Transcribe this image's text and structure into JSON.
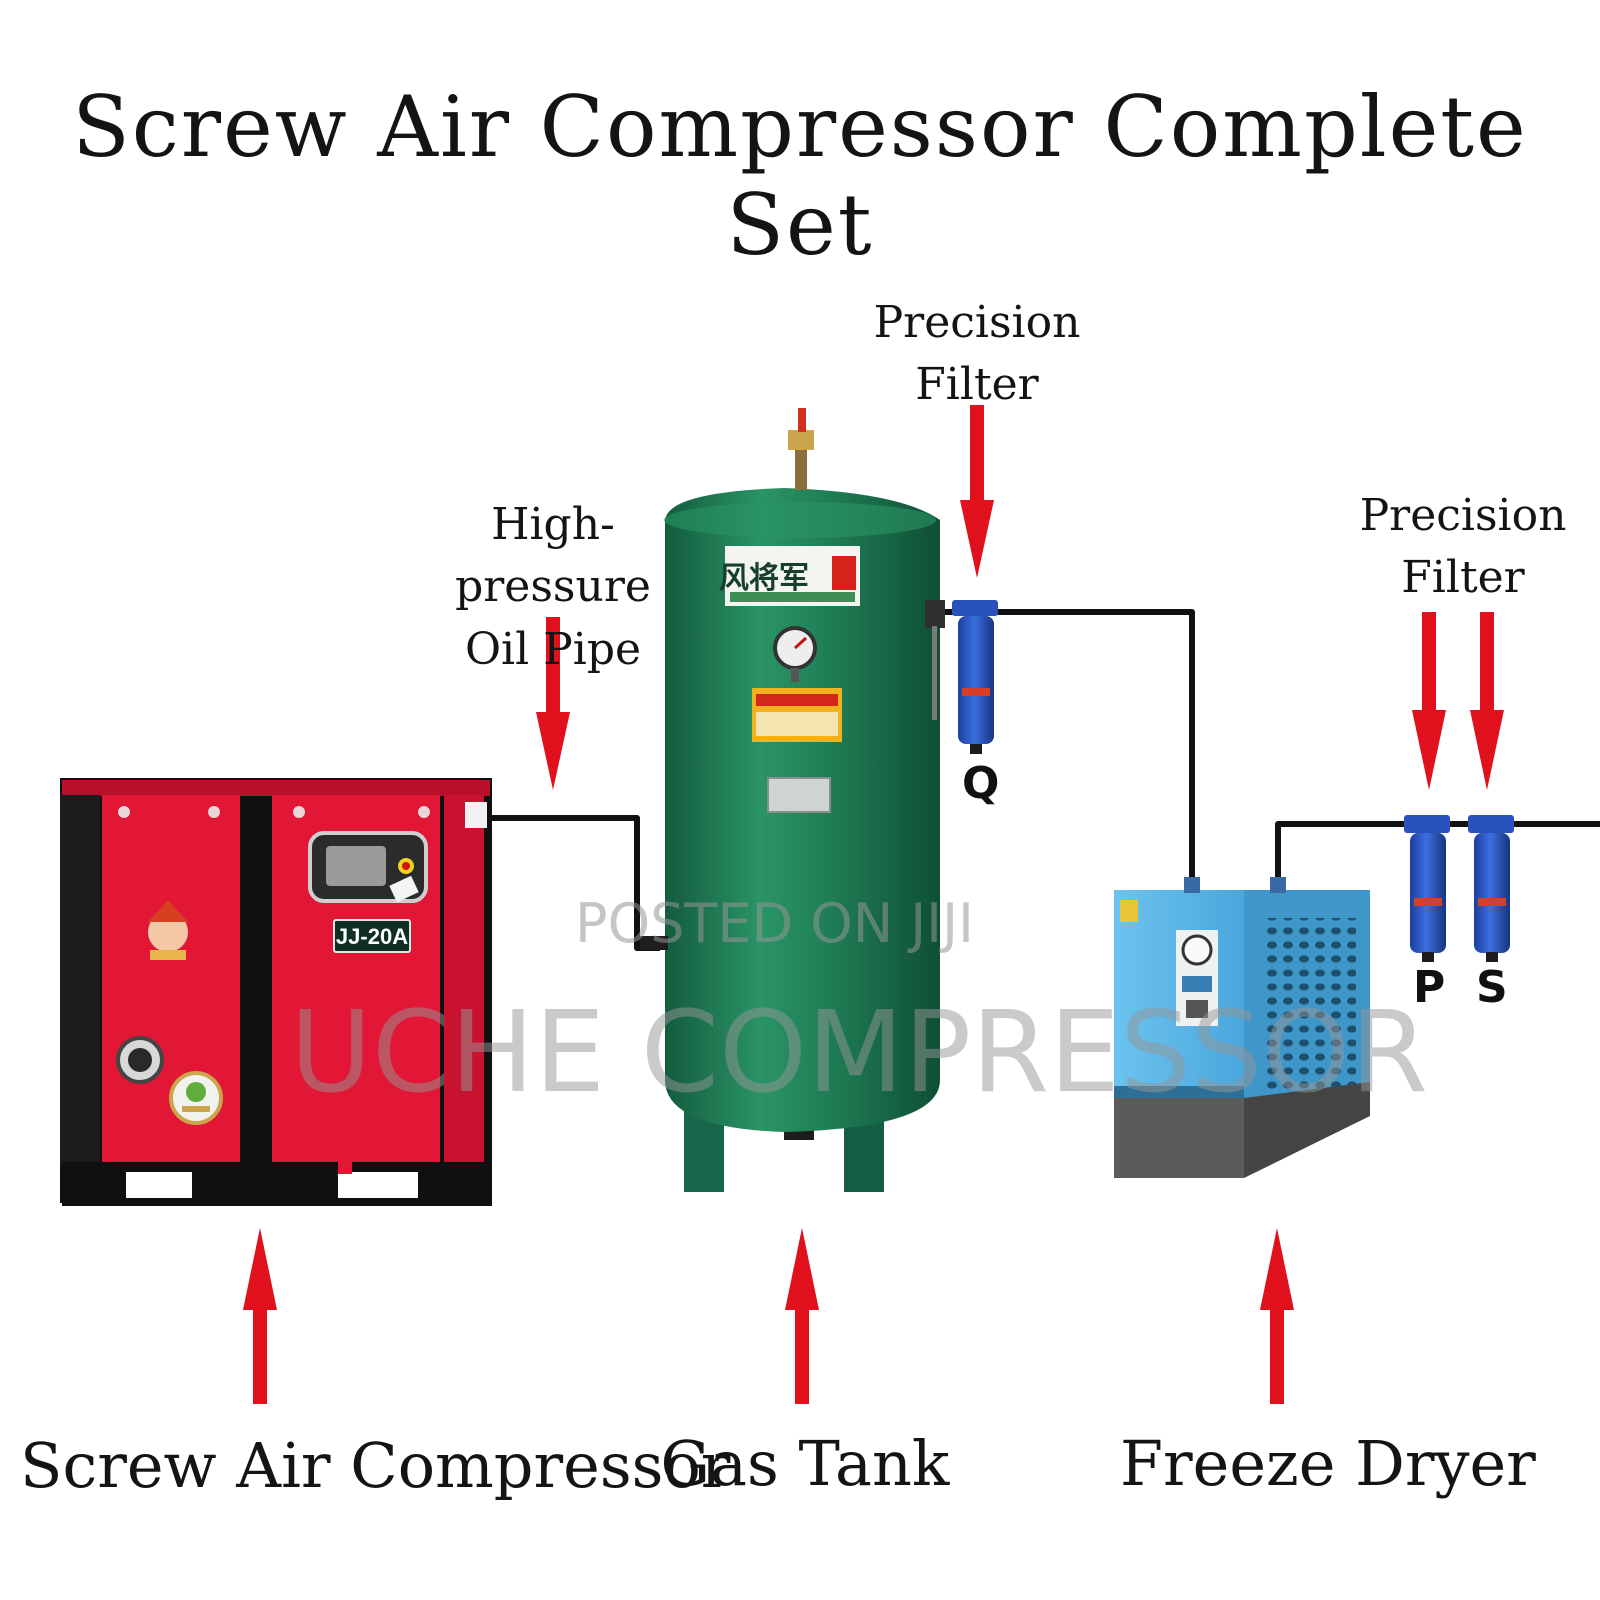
{
  "title": "Screw Air Compressor Complete Set",
  "callouts": {
    "precision_filter_top": [
      "Precision",
      "Filter"
    ],
    "oil_pipe": [
      "High-pressure",
      "Oil Pipe"
    ],
    "precision_filter_right": [
      "Precision",
      "Filter"
    ]
  },
  "filter_letters": {
    "q": "Q",
    "p": "P",
    "s": "S"
  },
  "bottom_labels": {
    "compressor": "Screw Air Compressor",
    "gas_tank": "Gas Tank",
    "freeze_dryer": "Freeze Dryer"
  },
  "compressor_model": "JJ-20A",
  "tank_brand": "风将军",
  "watermarks": {
    "small": "POSTED ON JIJI",
    "large": "UCHE COMPRESSOR"
  },
  "colors": {
    "arrow_red": "#e0101c",
    "compressor_red": "#e11735",
    "tank_green": "#1e7a54",
    "dryer_blue": "#5bb5e6",
    "filter_blue": "#2b56c7",
    "pipe": "#111111"
  }
}
